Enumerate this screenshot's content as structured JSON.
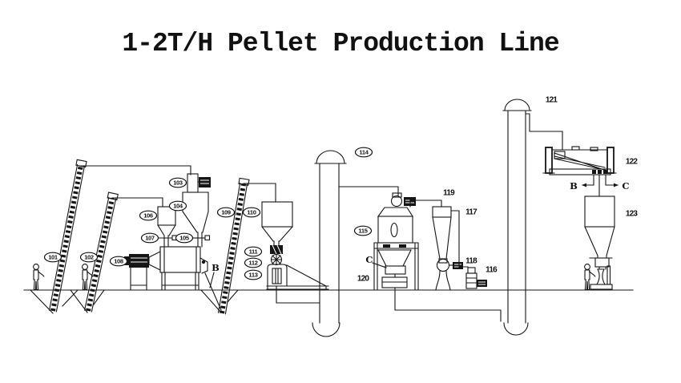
{
  "title": "1-2T/H Pellet Production Line",
  "colors": {
    "ink": "#151515",
    "background": "#ffffff"
  },
  "labels": {
    "l101": "101",
    "l102": "102",
    "l103": "103",
    "l104": "104",
    "l105": "105",
    "l106": "106",
    "l107": "107",
    "l108": "108",
    "l109": "109",
    "l110": "110",
    "l111": "111",
    "l112": "112",
    "l113": "113",
    "l114": "114",
    "l115": "115",
    "l116": "116",
    "l117": "117",
    "l118": "118",
    "l119": "119",
    "l120": "120",
    "l121": "121",
    "l122": "122",
    "l123": "123",
    "flowB_mixer": "B",
    "flowC_cooler": "C",
    "flowB_screen": "B",
    "flowC_screen": "C"
  }
}
